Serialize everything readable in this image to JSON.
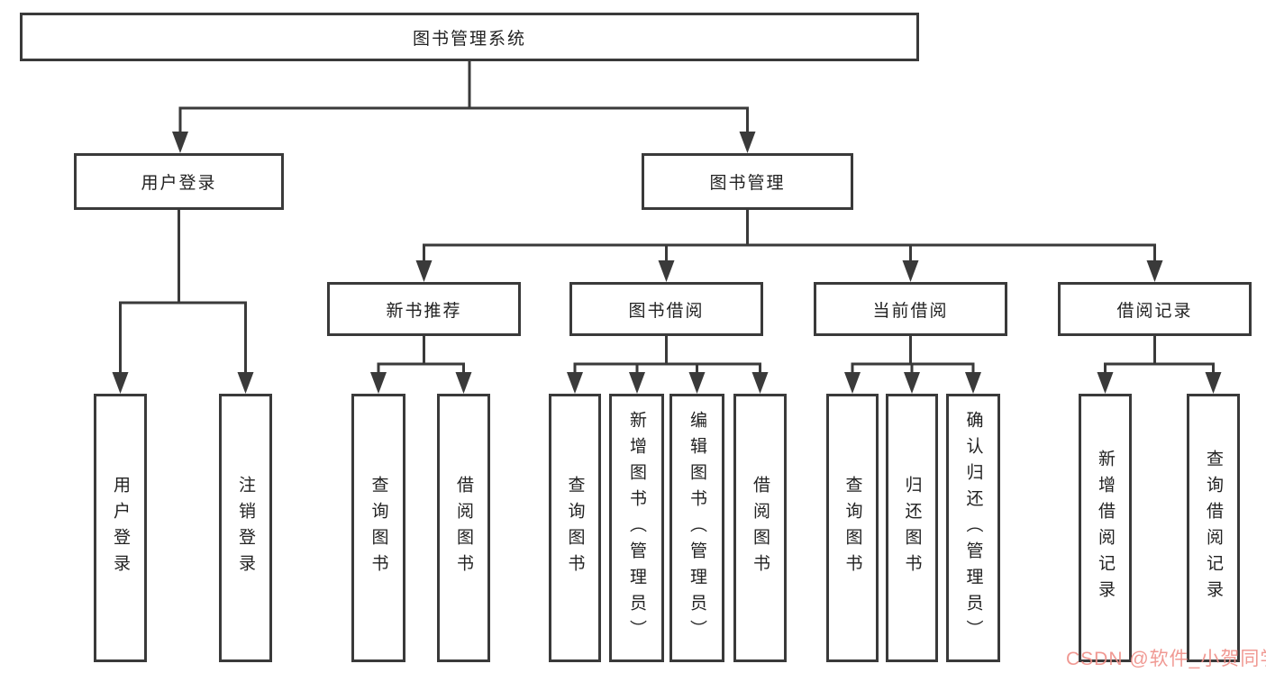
{
  "tree": {
    "root": {
      "label": "图书管理系统",
      "children": [
        {
          "label": "用户登录",
          "children": [
            {
              "label": "用户登录"
            },
            {
              "label": "注销登录"
            }
          ]
        },
        {
          "label": "图书管理",
          "children": [
            {
              "label": "新书推荐",
              "children": [
                {
                  "label": "查询图书"
                },
                {
                  "label": "借阅图书"
                }
              ]
            },
            {
              "label": "图书借阅",
              "children": [
                {
                  "label": "查询图书"
                },
                {
                  "label": "新增图书（管理员）"
                },
                {
                  "label": "编辑图书（管理员）"
                },
                {
                  "label": "借阅图书"
                }
              ]
            },
            {
              "label": "当前借阅",
              "children": [
                {
                  "label": "查询图书"
                },
                {
                  "label": "归还图书"
                },
                {
                  "label": "确认归还（管理员）"
                }
              ]
            },
            {
              "label": "借阅记录",
              "children": [
                {
                  "label": "新增借阅记录"
                },
                {
                  "label": "查询借阅记录"
                }
              ]
            }
          ]
        }
      ]
    }
  },
  "watermark": {
    "text": "CSDN @软件_小贺同学",
    "color": "#ef8f88"
  },
  "colors": {
    "line": "#3a3a3a",
    "text": "#222222",
    "background": "#ffffff"
  }
}
